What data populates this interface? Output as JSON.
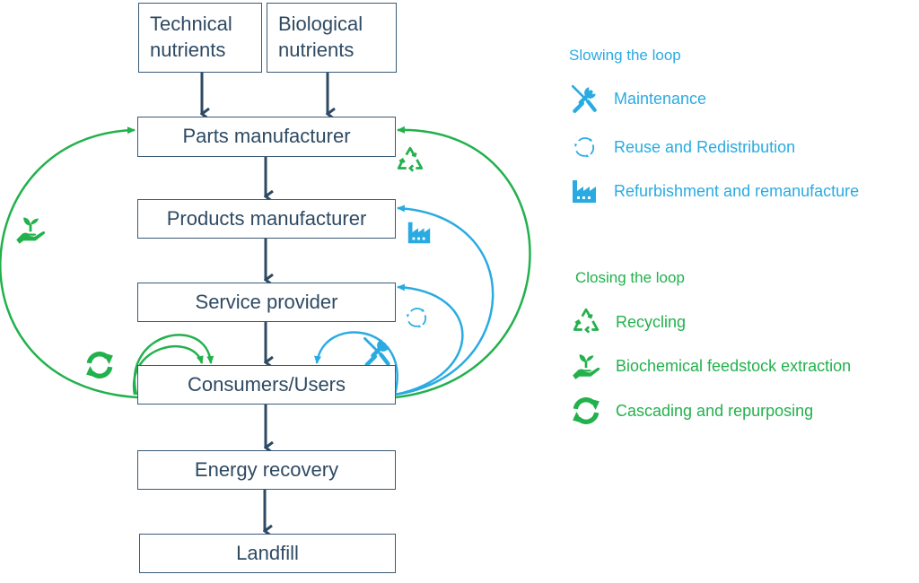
{
  "colors": {
    "box_border": "#3a5a75",
    "box_text": "#2e4a63",
    "slowing": "#29abe2",
    "closing": "#22b14c"
  },
  "inputs": [
    {
      "label": "Technical\nnutrients"
    },
    {
      "label": "Biological\nnutrients"
    }
  ],
  "stages": [
    {
      "label": "Parts manufacturer"
    },
    {
      "label": "Products manufacturer"
    },
    {
      "label": "Service provider"
    },
    {
      "label": "Consumers/Users"
    },
    {
      "label": "Energy recovery"
    },
    {
      "label": "Landfill"
    }
  ],
  "loops": [
    {
      "from": "Consumers/Users",
      "to": "Parts manufacturer",
      "type": "Recycling",
      "group": "closing",
      "icon": "recycle-icon"
    },
    {
      "from": "Consumers/Users",
      "to": "Parts manufacturer",
      "type": "Biochemical feedstock extraction",
      "group": "closing",
      "icon": "plant-hand-icon"
    },
    {
      "from": "Consumers/Users",
      "to": "Consumers/Users",
      "type": "Cascading and repurposing",
      "group": "closing",
      "icon": "cascade-arrows-icon"
    },
    {
      "from": "Consumers/Users",
      "to": "Products manufacturer",
      "type": "Refurbishment and remanufacture",
      "group": "slowing",
      "icon": "factory-icon"
    },
    {
      "from": "Consumers/Users",
      "to": "Service provider",
      "type": "Reuse and Redistribution",
      "group": "slowing",
      "icon": "reuse-circle-icon"
    },
    {
      "from": "Consumers/Users",
      "to": "Consumers/Users",
      "type": "Maintenance",
      "group": "slowing",
      "icon": "tools-icon"
    }
  ],
  "legend": {
    "slowing": {
      "title": "Slowing the loop",
      "items": [
        {
          "label": "Maintenance",
          "icon": "tools-icon"
        },
        {
          "label": "Reuse and Redistribution",
          "icon": "reuse-circle-icon"
        },
        {
          "label": "Refurbishment and remanufacture",
          "icon": "factory-icon"
        }
      ]
    },
    "closing": {
      "title": "Closing the loop",
      "items": [
        {
          "label": "Recycling",
          "icon": "recycle-icon"
        },
        {
          "label": "Biochemical feedstock extraction",
          "icon": "plant-hand-icon"
        },
        {
          "label": "Cascading and repurposing",
          "icon": "cascade-arrows-icon"
        }
      ]
    }
  }
}
